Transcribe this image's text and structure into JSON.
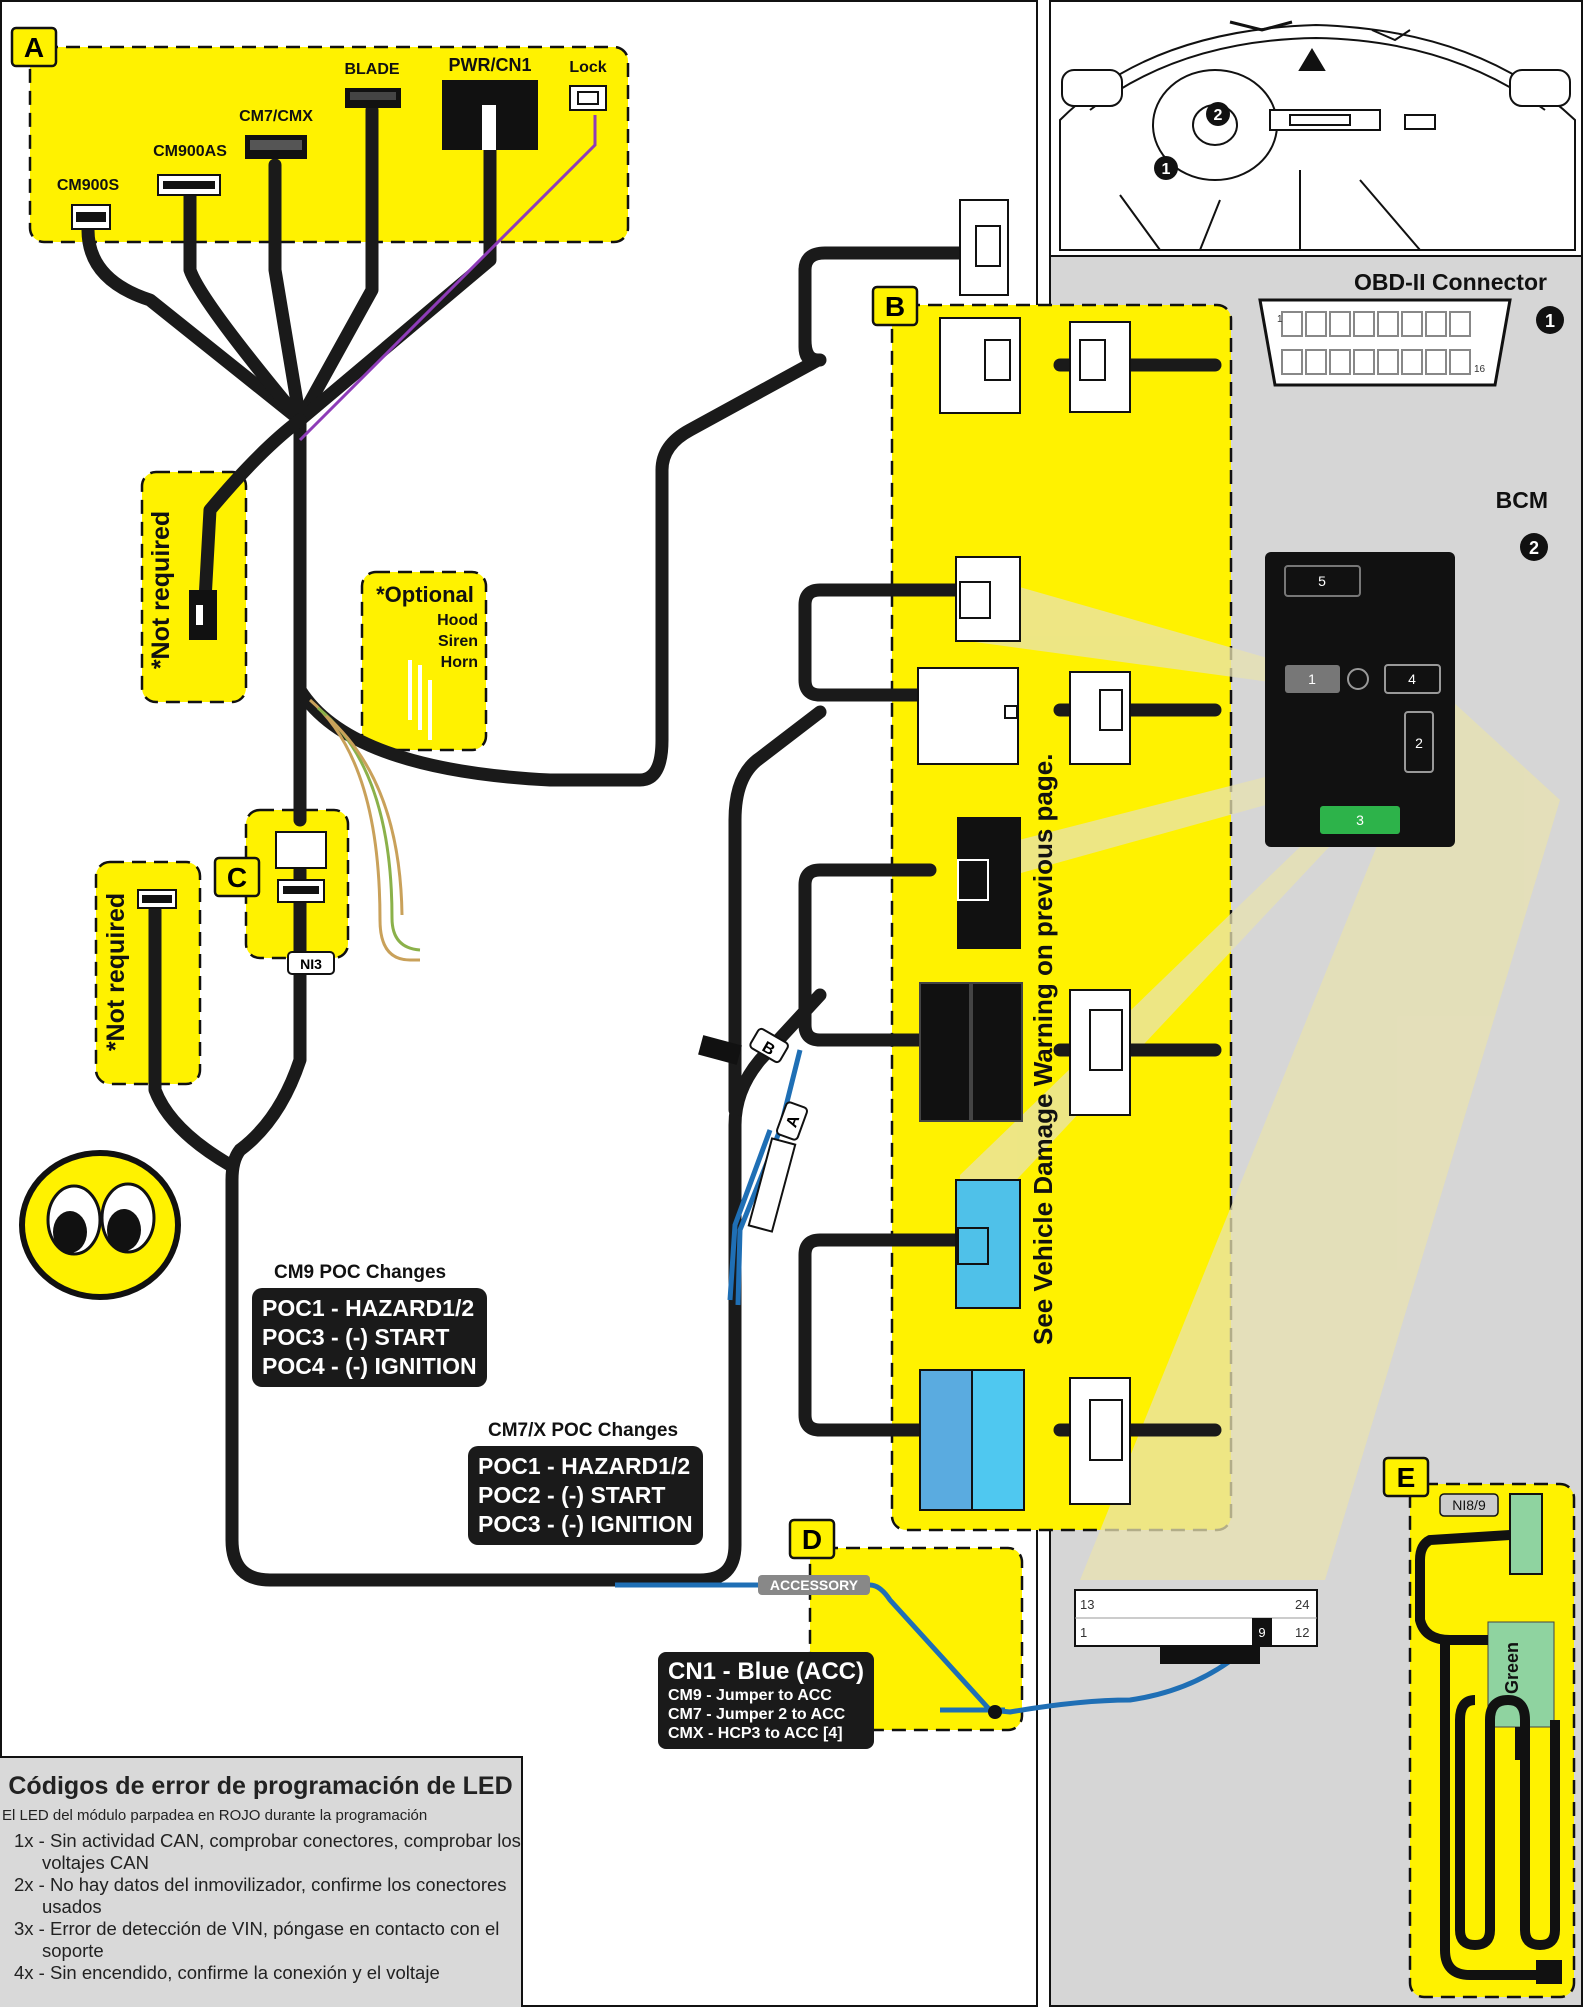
{
  "labels": {
    "section_a": "A",
    "section_b": "B",
    "section_c": "C",
    "section_d": "D",
    "section_e": "E"
  },
  "harness_a": {
    "connectors": [
      "CM900S",
      "CM900AS",
      "CM7/CMX",
      "BLADE",
      "PWR/CN1",
      "Lock"
    ]
  },
  "not_required_1": "*Not required",
  "not_required_2": "*Not required",
  "optional": {
    "title": "*Optional",
    "items": [
      "Hood",
      "Siren",
      "Horn"
    ]
  },
  "ni3_label": "NI3",
  "vehicle_warning": "See Vehicle Damage Warning on previous page.",
  "cm9_poc": {
    "title": "CM9 POC Changes",
    "lines": [
      "POC1 - HAZARD1/2",
      "POC3 - (-) START",
      "POC4 - (-) IGNITION"
    ]
  },
  "cm7_poc": {
    "title": "CM7/X POC Changes",
    "lines": [
      "POC1 - HAZARD1/2",
      "POC2 - (-) START",
      "POC3 - (-) IGNITION"
    ]
  },
  "accessory_tag": "ACCESSORY",
  "cn1_box": {
    "title": "CN1 - Blue (ACC)",
    "lines": [
      "CM9 - Jumper to ACC",
      "CM7 - Jumper 2 to ACC",
      "CMX - HCP3 to ACC [4]"
    ]
  },
  "wire_tags": {
    "tag_a": "A",
    "tag_b": "B"
  },
  "obd": {
    "title": "OBD-II Connector",
    "pin_low": "1",
    "pin_high": "16",
    "badge": "1"
  },
  "bcm": {
    "title": "BCM",
    "badge": "2",
    "slots": [
      "1",
      "2",
      "3",
      "4",
      "5"
    ]
  },
  "car_badges": [
    "1",
    "2"
  ],
  "connector_24pin": {
    "top_left": "13",
    "top_right": "24",
    "bottom_left": "1",
    "bottom_right": "12",
    "highlight": "9"
  },
  "section_e": {
    "tag": "NI8/9",
    "color_label": "Green"
  },
  "error_codes": {
    "title": "Códigos de error de programación de LED",
    "subtitle": "El LED del módulo parpadea en ROJO durante la programación",
    "items": [
      "1x - Sin actividad CAN, comprobar conectores, comprobar los voltajes CAN",
      "2x - No hay datos del inmovilizador, confirme los conectores usados",
      "3x - Error de detección de VIN, póngase en contacto con el soporte",
      "4x - Sin encendido, confirme la conexión y el voltaje"
    ]
  },
  "colors": {
    "highlight_yellow": "#fff200",
    "wire_black": "#1a1a1a",
    "wire_blue": "#1f6fb5",
    "slot_green": "#2db34a",
    "panel_grey": "#d6d6d6"
  }
}
